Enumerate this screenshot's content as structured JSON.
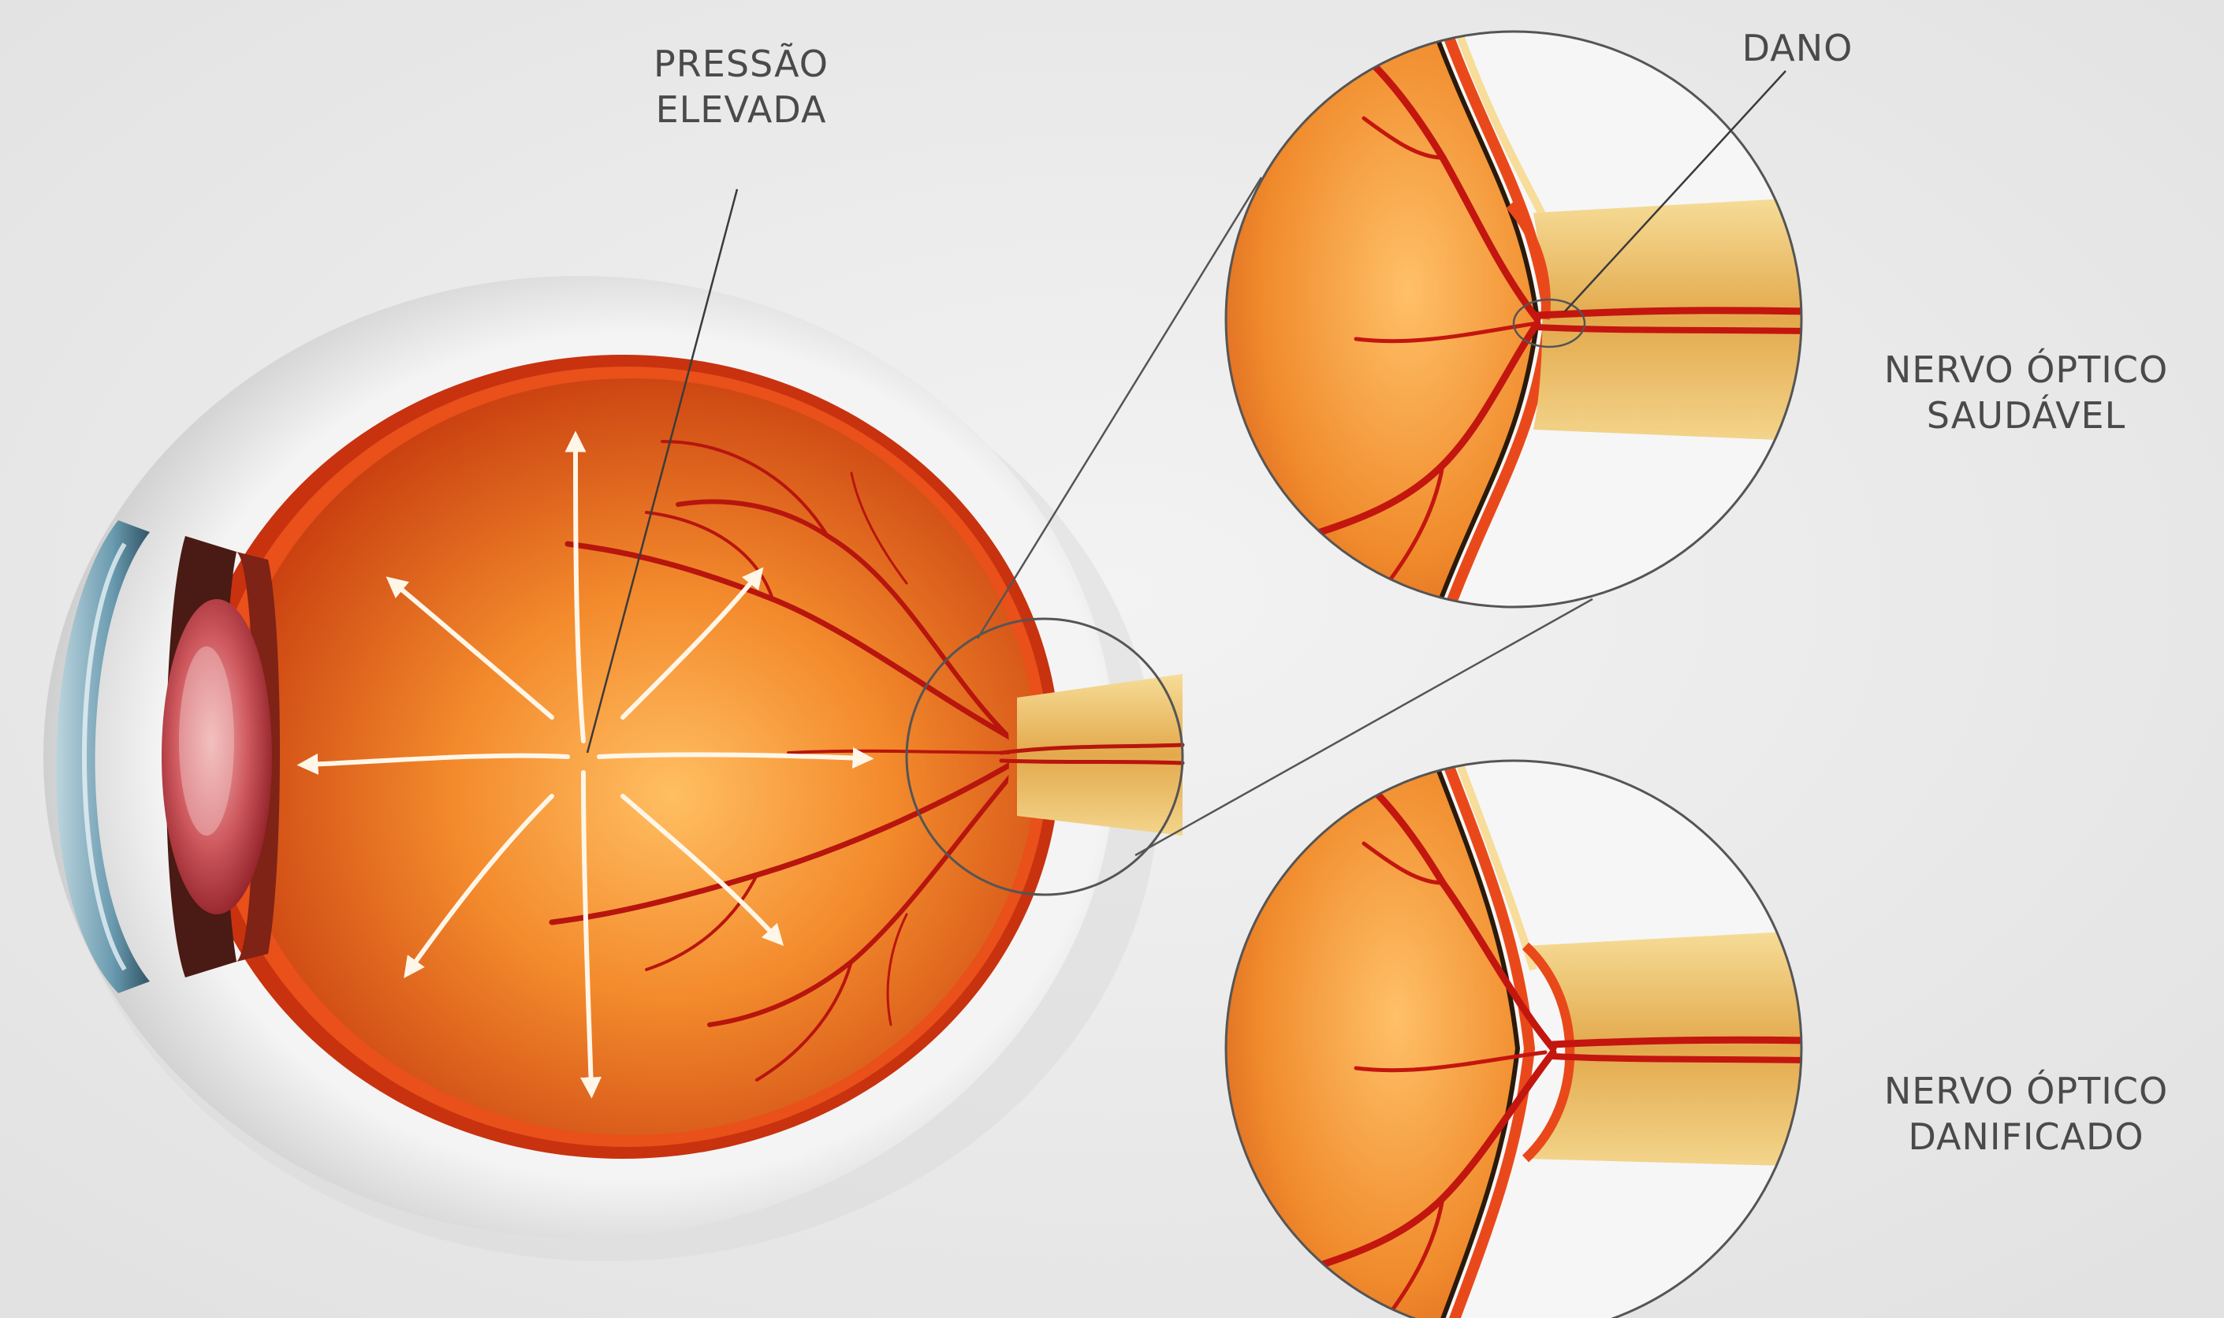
{
  "labels": {
    "pressure": [
      "PRESSÃO",
      "ELEVADA"
    ],
    "damage": "DANO",
    "healthy_nerve": [
      "NERVO ÓPTICO",
      "SAUDÁVEL"
    ],
    "damaged_nerve": [
      "NERVO ÓPTICO",
      "DANIFICADO"
    ]
  },
  "colors": {
    "background": "#ebebeb",
    "sclera": "#f1f1f1",
    "choroid": "#c8320f",
    "retina_light": "#ffb455",
    "retina_dark": "#d2420a",
    "vessel": "#b8150e",
    "nerve": "#e4b35a",
    "lens": "#c43a44",
    "cornea": "#6d9fb3",
    "arrow": "#fff6e8",
    "leader_line": "#3b3b3b",
    "text": "#4a4a4a"
  }
}
